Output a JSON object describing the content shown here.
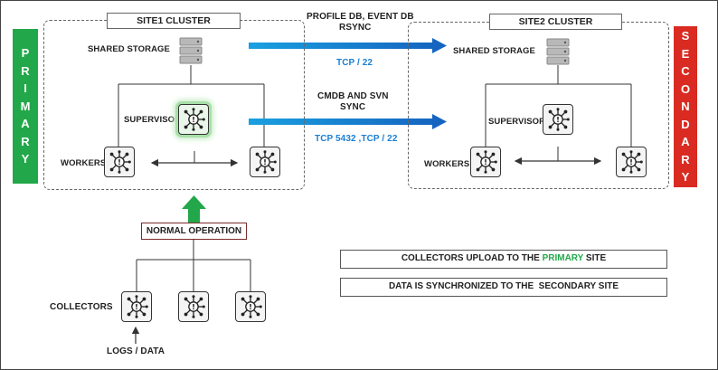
{
  "site1": {
    "title": "SITE1 CLUSTER",
    "shared_storage": "SHARED STORAGE",
    "supervisor": "SUPERVISOR",
    "workers": "WORKERS"
  },
  "site2": {
    "title": "SITE2 CLUSTER",
    "shared_storage": "SHARED STORAGE",
    "supervisor": "SUPERVISOR",
    "workers": "WORKERS"
  },
  "primary_label": [
    "P",
    "R",
    "I",
    "M",
    "A",
    "R",
    "Y"
  ],
  "secondary_label": [
    "S",
    "E",
    "C",
    "O",
    "N",
    "D",
    "A",
    "R",
    "Y"
  ],
  "sync1": {
    "line1": "PROFILE DB, EVENT DB",
    "line2": "RSYNC",
    "port": "TCP / 22"
  },
  "sync2": {
    "line1": "CMDB AND SVN",
    "line2": "SYNC",
    "port": "TCP 5432 ,TCP / 22"
  },
  "normal_operation": "NORMAL OPERATION",
  "collectors": "COLLECTORS",
  "logs_data": "LOGS / DATA",
  "legend1": {
    "before": "COLLECTORS UPLOAD TO THE ",
    "highlight": "PRIMARY",
    "after": " SITE"
  },
  "legend2": "DATA IS SYNCHRONIZED TO THE  SECONDARY SITE",
  "colors": {
    "primary": "#22a84a",
    "secondary": "#d92b22",
    "sync_arrow": "#1a7fd4",
    "port_text": "#1a7fd4",
    "normal_arrow": "#22a84a"
  },
  "icons": {
    "node": "agent-node-icon",
    "storage": "database-storage-icon"
  }
}
